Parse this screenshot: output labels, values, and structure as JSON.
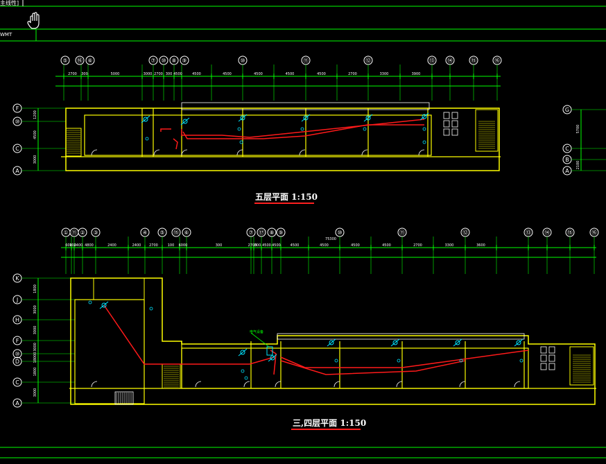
{
  "header": {
    "corner_label": "主线性]",
    "sub_label": "WMT"
  },
  "colors": {
    "wall": "#ffff00",
    "grid": "#00ff00",
    "pipe": "#ff1a1a",
    "device": "#00e5ff",
    "text": "#ffffff",
    "red": "#ff2020"
  },
  "plan_top": {
    "title": "五层平面 1:150",
    "column_axes": [
      "⑤",
      "⑯",
      "⑥",
      "⑦",
      "⑩",
      "⑧",
      "⑨",
      "⑩",
      "⑪",
      "⑫",
      "⑬",
      "⑭",
      "⑮",
      "⑯"
    ],
    "dimensions": [
      "2700",
      "300",
      "5000",
      "3000",
      "2700",
      "300",
      "4500",
      "4500",
      "4500",
      "4500",
      "4500",
      "4500",
      "2700",
      "3300",
      "3900"
    ],
    "row_axes_left": [
      "F",
      "⑩",
      "C",
      "A"
    ],
    "row_dims_left": [
      "1200",
      "4500",
      "3000"
    ],
    "row_axes_right": [
      "G",
      "C",
      "B",
      "A"
    ],
    "row_dims_right": [
      "5700",
      "2100"
    ]
  },
  "plan_bottom": {
    "title": "三,四层平面 1:150",
    "column_axes": [
      "①",
      "⑪",
      "②",
      "③",
      "④",
      "⑤",
      "⑮",
      "⑥",
      "⑦",
      "⑰",
      "⑧",
      "⑨",
      "⑩",
      "⑪",
      "⑫",
      "⑬",
      "⑭",
      "⑮",
      "⑯"
    ],
    "dimensions": [
      "600",
      "100",
      "2400",
      "4800",
      "2400",
      "2400",
      "2700",
      "100",
      "6000",
      "300",
      "2700",
      "300",
      "4500",
      "4500",
      "4500",
      "4500",
      "4500",
      "4500",
      "2700",
      "3300",
      "3600"
    ],
    "total_dimension": "75300",
    "row_axes": [
      "K",
      "J",
      "H",
      "F",
      "⑩",
      "D",
      "C",
      "A"
    ],
    "row_dims": [
      "1800",
      "3000",
      "3000",
      "3000",
      "18000",
      "1800",
      "3000",
      "3000"
    ],
    "device_label": "电气设备"
  }
}
